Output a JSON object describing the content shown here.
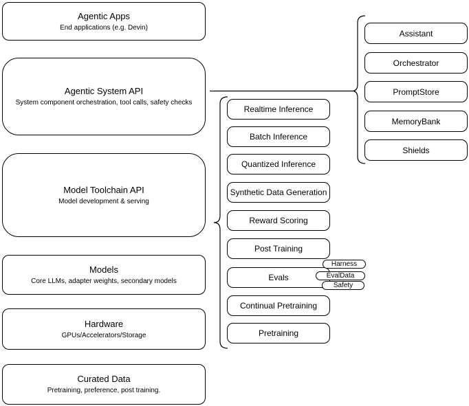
{
  "diagram": {
    "colors": {
      "stroke": "#000000",
      "background": "#ffffff",
      "text": "#000000"
    },
    "left_column": {
      "boxes": [
        {
          "title": "Agentic Apps",
          "subtitle": "End applications (e.g. Devin)"
        },
        {
          "title": "Agentic System API",
          "subtitle": "System component orchestration, tool calls, safety checks"
        },
        {
          "title": "Model Toolchain API",
          "subtitle": "Model development & serving"
        },
        {
          "title": "Models",
          "subtitle": "Core LLMs, adapter weights, secondary models"
        },
        {
          "title": "Hardware",
          "subtitle": "GPUs/Accelerators/Storage"
        },
        {
          "title": "Curated Data",
          "subtitle": "Pretraining, preference, post training."
        }
      ]
    },
    "middle_column": {
      "items": [
        "Realtime Inference",
        "Batch Inference",
        "Quantized Inference",
        "Synthetic Data Generation",
        "Reward Scoring",
        "Post Training",
        "Evals",
        "Continual Pretraining",
        "Pretraining"
      ]
    },
    "evals_tags": [
      "Harness",
      "EvalData",
      "Safety"
    ],
    "right_column": {
      "items": [
        "Assistant",
        "Orchestrator",
        "PromptStore",
        "MemoryBank",
        "Shields"
      ]
    }
  }
}
